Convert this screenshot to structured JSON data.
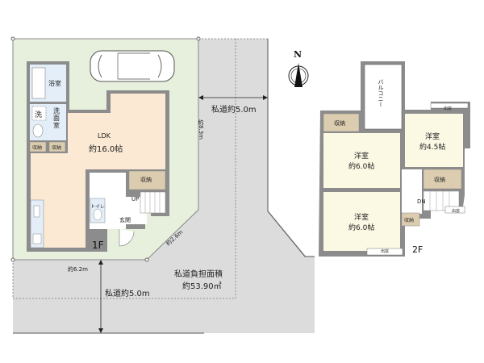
{
  "colors": {
    "site_green": "#e6f0dc",
    "road_gray": "#dcdcdc",
    "ldk_floor": "#fbe9d4",
    "wet_blue": "#e3eef8",
    "storage_tan": "#dccdb0",
    "room_cream": "#fbf8e4",
    "wall_gray": "#8c8c8c"
  },
  "compass": {
    "label": "N"
  },
  "floor1": {
    "label": "1F",
    "rooms": {
      "bath": "浴室",
      "washroom_l1": "洗",
      "washroom_l2": "面",
      "washroom_l3": "室",
      "washer": "洗",
      "storage_a": "収納",
      "storage_b": "収納",
      "ldk_name": "LDK",
      "ldk_size": "約16.0帖",
      "storage_c": "収納",
      "toilet": "トイレ",
      "entrance": "玄関",
      "stairs": "UP"
    }
  },
  "floor2": {
    "label": "2F",
    "rooms": {
      "balcony": "バルコニー",
      "storage_nw": "収納",
      "western1_name": "洋室",
      "western1_size": "約6.0帖",
      "western2_name": "洋室",
      "western2_size": "約4.5帖",
      "storage_e": "収納",
      "western3_name": "洋室",
      "western3_size": "約6.0帖",
      "storage_s": "収納",
      "stairs": "DN",
      "window_top": "出窓",
      "window_right": "出窓",
      "window_bottom": "出窓"
    }
  },
  "site": {
    "road_east": "私道約5.0m",
    "road_south": "私道約5.0m",
    "dim_east": "約8.3m",
    "dim_south": "約6.2m",
    "dim_corner": "約2.6m",
    "burden_title": "私道負担面積",
    "burden_value": "約53.90㎡"
  }
}
